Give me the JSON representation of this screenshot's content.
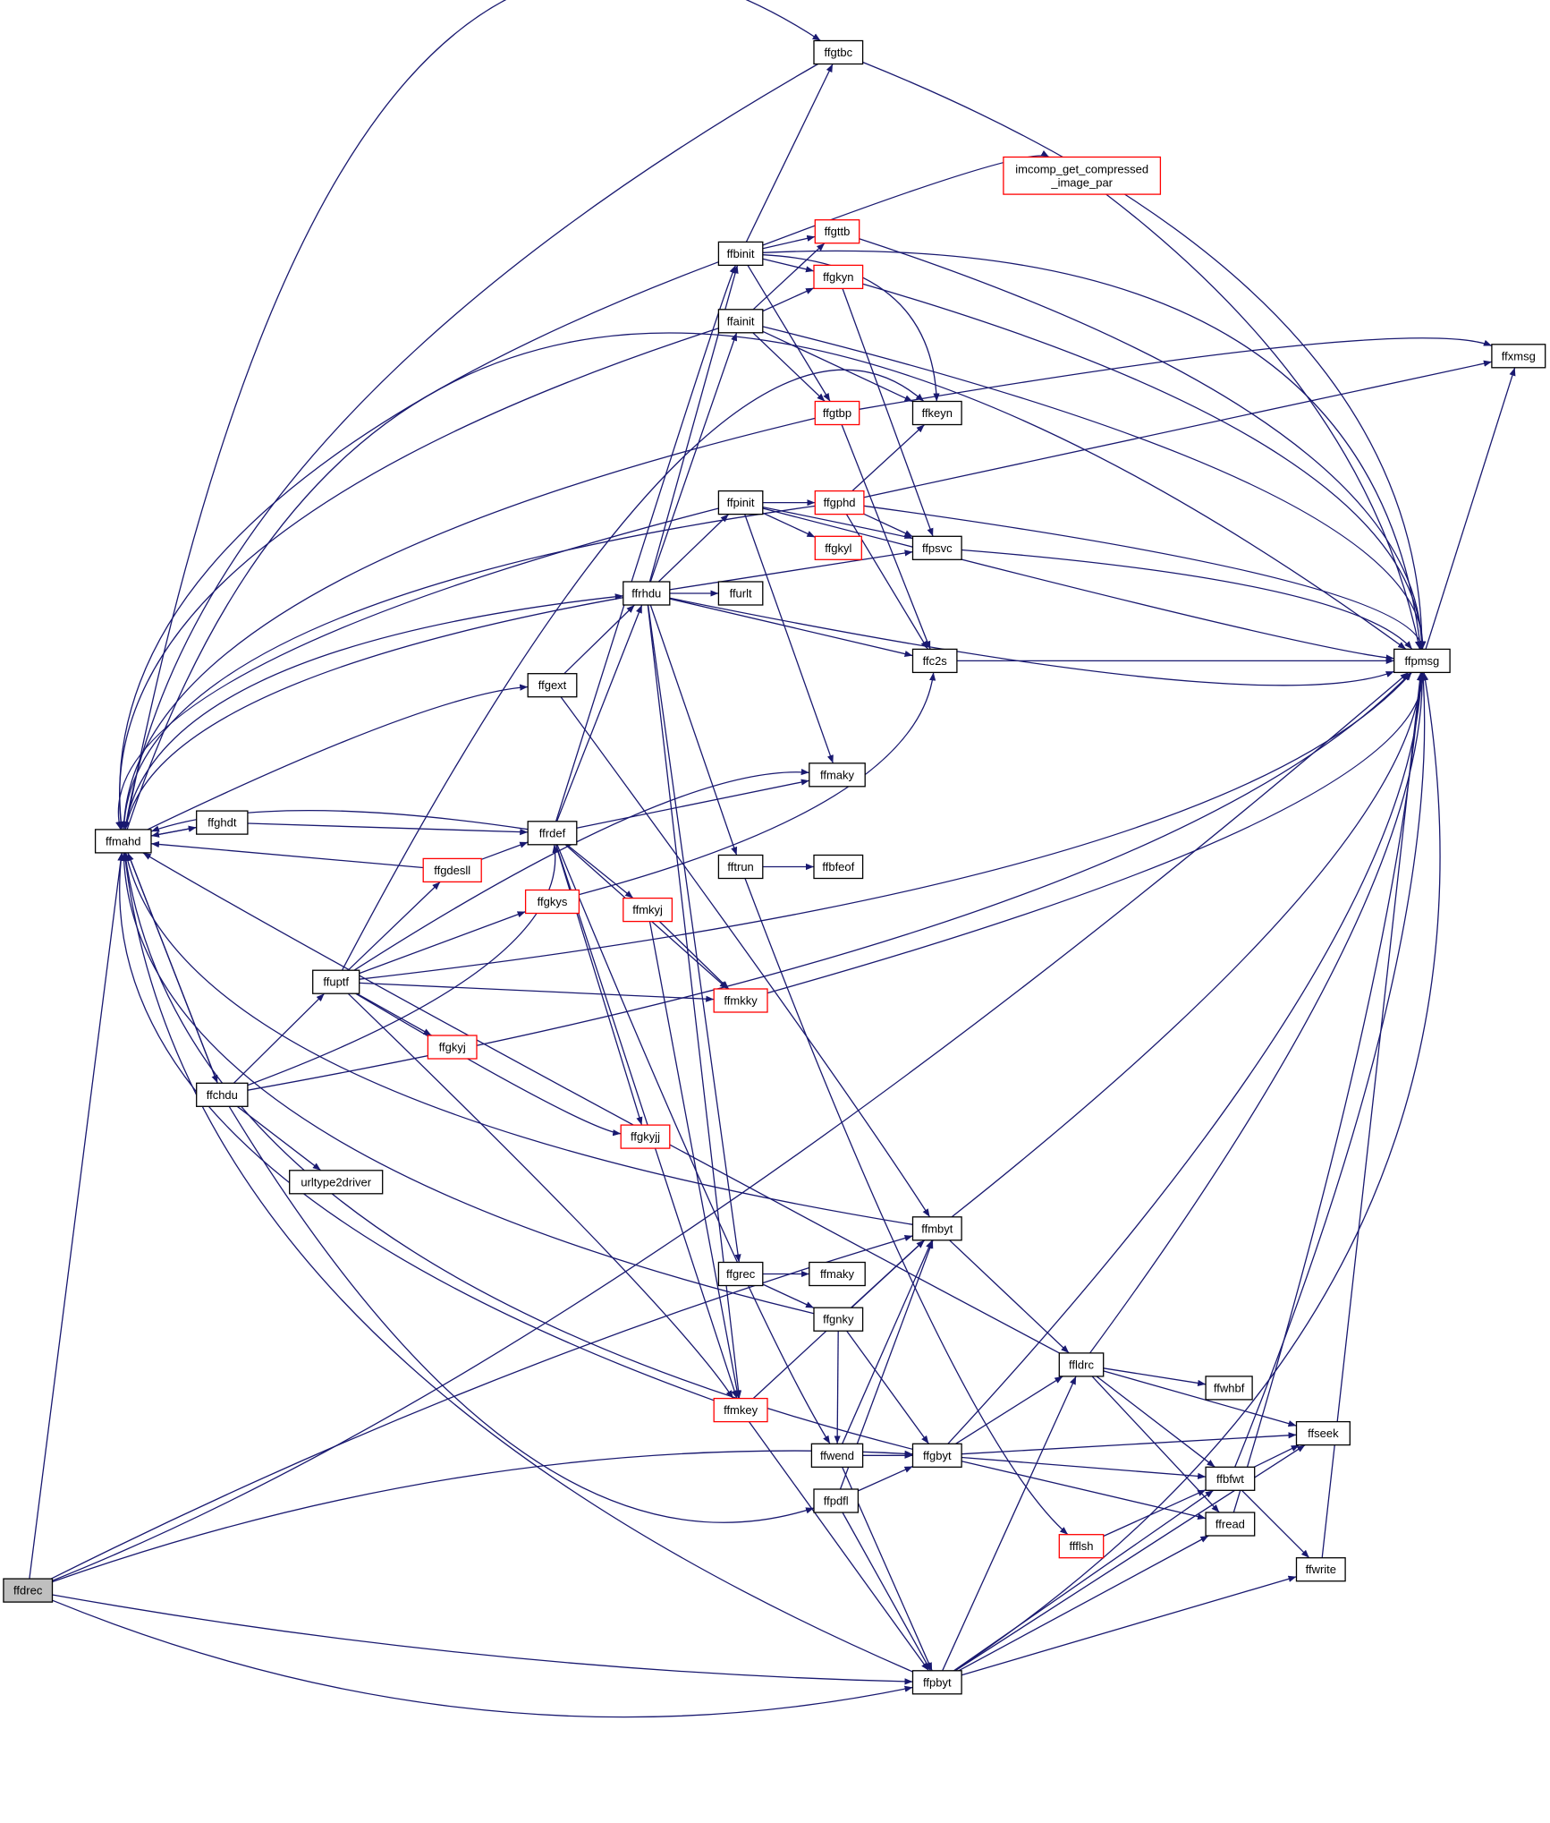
{
  "colors": {
    "edge": "#191970",
    "border_normal": "#000000",
    "border_truncated": "#ff0000",
    "fill_normal": "#ffffff",
    "fill_root": "#bfbfbf"
  },
  "nodes": [
    {
      "id": "ffdrec",
      "label": "ffdrec",
      "style": "root"
    },
    {
      "id": "ffmahd",
      "label": "ffmahd",
      "style": "normal"
    },
    {
      "id": "ffghdt",
      "label": "ffghdt",
      "style": "normal"
    },
    {
      "id": "ffchdu",
      "label": "ffchdu",
      "style": "normal"
    },
    {
      "id": "ffuptf",
      "label": "ffuptf",
      "style": "normal"
    },
    {
      "id": "urltype2driver",
      "label": "urltype2driver",
      "style": "normal"
    },
    {
      "id": "ffgkyj",
      "label": "ffgkyj",
      "style": "truncated"
    },
    {
      "id": "ffgdesll",
      "label": "ffgdesll",
      "style": "truncated"
    },
    {
      "id": "ffgkys",
      "label": "ffgkys",
      "style": "truncated"
    },
    {
      "id": "ffrdef",
      "label": "ffrdef",
      "style": "normal"
    },
    {
      "id": "ffgext",
      "label": "ffgext",
      "style": "normal"
    },
    {
      "id": "ffrhdu",
      "label": "ffrhdu",
      "style": "normal"
    },
    {
      "id": "ffmkyj",
      "label": "ffmkyj",
      "style": "truncated"
    },
    {
      "id": "ffgkyjj",
      "label": "ffgkyjj",
      "style": "truncated"
    },
    {
      "id": "ffbinit",
      "label": "ffbinit",
      "style": "normal"
    },
    {
      "id": "ffainit",
      "label": "ffainit",
      "style": "normal"
    },
    {
      "id": "ffpinit",
      "label": "ffpinit",
      "style": "normal"
    },
    {
      "id": "ffgtbc",
      "label": "ffgtbc",
      "style": "normal"
    },
    {
      "id": "ffurlt",
      "label": "ffurlt",
      "style": "normal"
    },
    {
      "id": "fftrun",
      "label": "fftrun",
      "style": "normal"
    },
    {
      "id": "ffgrec",
      "label": "ffgrec",
      "style": "normal"
    },
    {
      "id": "ffmkey",
      "label": "ffmkey",
      "style": "truncated"
    },
    {
      "id": "ffmkky",
      "label": "ffmkky",
      "style": "truncated"
    },
    {
      "id": "ffmaky1",
      "label": "ffmaky",
      "style": "normal"
    },
    {
      "id": "ffmaky2",
      "label": "ffmaky",
      "style": "normal"
    },
    {
      "id": "ffgnky",
      "label": "ffgnky",
      "style": "normal"
    },
    {
      "id": "ffwend",
      "label": "ffwend",
      "style": "normal"
    },
    {
      "id": "ffpdfl",
      "label": "ffpdfl",
      "style": "normal"
    },
    {
      "id": "ffbfeof",
      "label": "ffbfeof",
      "style": "normal"
    },
    {
      "id": "ffgttb",
      "label": "ffgttb",
      "style": "truncated"
    },
    {
      "id": "ffgkyn",
      "label": "ffgkyn",
      "style": "truncated"
    },
    {
      "id": "ffgtbp",
      "label": "ffgtbp",
      "style": "truncated"
    },
    {
      "id": "ffgphd",
      "label": "ffgphd",
      "style": "truncated"
    },
    {
      "id": "ffgkyl",
      "label": "ffgkyl",
      "style": "truncated"
    },
    {
      "id": "imcomp",
      "label": "imcomp_get_compressed\n_image_par",
      "style": "truncated"
    },
    {
      "id": "ffkeyn",
      "label": "ffkeyn",
      "style": "normal"
    },
    {
      "id": "ffpsvc",
      "label": "ffpsvc",
      "style": "normal"
    },
    {
      "id": "ffc2s",
      "label": "ffc2s",
      "style": "normal"
    },
    {
      "id": "ffmbyt",
      "label": "ffmbyt",
      "style": "normal"
    },
    {
      "id": "ffgbyt",
      "label": "ffgbyt",
      "style": "normal"
    },
    {
      "id": "ffpbyt",
      "label": "ffpbyt",
      "style": "normal"
    },
    {
      "id": "ffldrc",
      "label": "ffldrc",
      "style": "normal"
    },
    {
      "id": "ffwhbf",
      "label": "ffwhbf",
      "style": "normal"
    },
    {
      "id": "ffflsh",
      "label": "ffflsh",
      "style": "truncated"
    },
    {
      "id": "ffseek",
      "label": "ffseek",
      "style": "normal"
    },
    {
      "id": "ffbfwt",
      "label": "ffbfwt",
      "style": "normal"
    },
    {
      "id": "ffread",
      "label": "ffread",
      "style": "normal"
    },
    {
      "id": "ffwrite",
      "label": "ffwrite",
      "style": "normal"
    },
    {
      "id": "ffpmsg",
      "label": "ffpmsg",
      "style": "normal"
    },
    {
      "id": "ffxmsg",
      "label": "ffxmsg",
      "style": "normal"
    }
  ]
}
